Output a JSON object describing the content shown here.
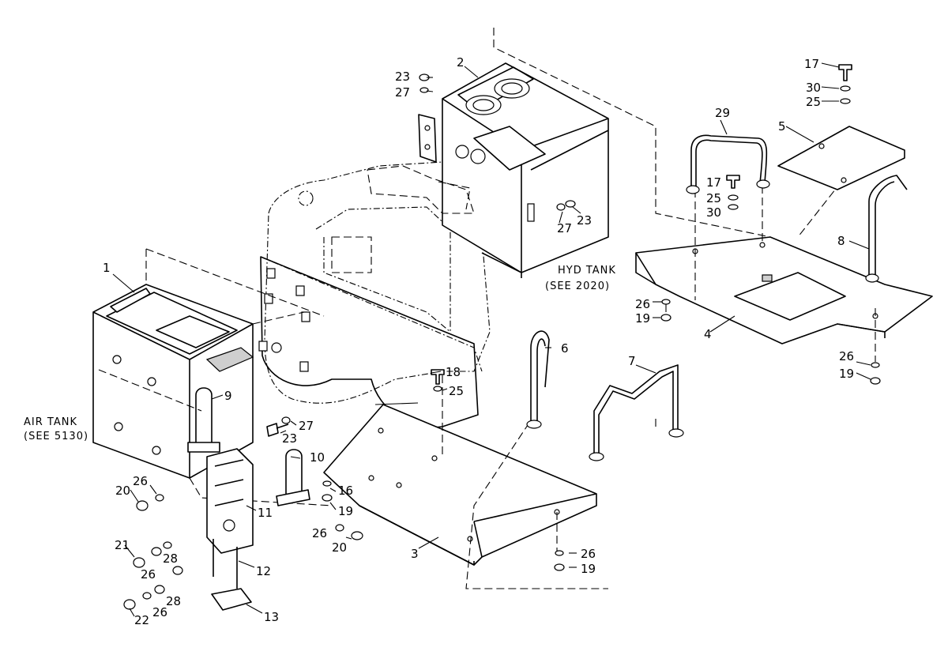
{
  "callouts": {
    "c1": "1",
    "c2": "2",
    "c3": "3",
    "c4": "4",
    "c5": "5",
    "c6": "6",
    "c7": "7",
    "c8": "8",
    "c9": "9",
    "c10": "10",
    "c11": "11",
    "c12": "12",
    "c13": "13",
    "c16": "16",
    "c17a": "17",
    "c17b": "17",
    "c18": "18",
    "c19a": "19",
    "c19b": "19",
    "c19c": "19",
    "c19d": "19",
    "c20a": "20",
    "c20b": "20",
    "c21": "21",
    "c22": "22",
    "c23a": "23",
    "c23b": "23",
    "c23c": "23",
    "c25a": "25",
    "c25b": "25",
    "c25c": "25",
    "c26a": "26",
    "c26b": "26",
    "c26c": "26",
    "c26d": "26",
    "c26e": "26",
    "c26f": "26",
    "c26g": "26",
    "c27a": "27",
    "c27b": "27",
    "c27c": "27",
    "c28a": "28",
    "c28b": "28",
    "c29": "29",
    "c30a": "30",
    "c30b": "30"
  },
  "notes": {
    "air_tank_line1": "AIR TANK",
    "air_tank_line2": "(SEE 5130)",
    "hyd_tank_line1": "HYD TANK",
    "hyd_tank_line2": "(SEE 2020)"
  }
}
